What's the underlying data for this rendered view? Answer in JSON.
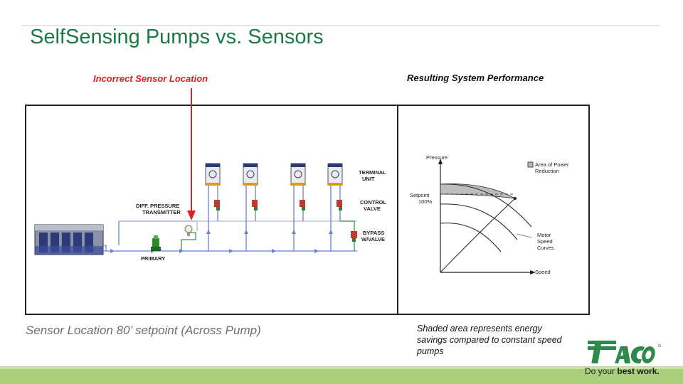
{
  "slide": {
    "title": "SelfSensing Pumps vs. Sensors",
    "sensor_location_label": "Incorrect Sensor Location",
    "performance_label": "Resulting System Performance",
    "caption_left": "Sensor Location 80’ setpoint (Across Pump)",
    "caption_right": "Shaded area represents energy savings compared to constant speed pumps"
  },
  "diagram": {
    "labels": {
      "terminal_unit_1": "TERMINAL",
      "terminal_unit_2": "UNIT",
      "control_valve_1": "CONTROL",
      "control_valve_2": "VALVE",
      "bypass_1": "BYPASS",
      "bypass_2": "W/VALVE",
      "diff_pressure_1": "DIFF. PRESSURE",
      "diff_pressure_2": "TRANSMITTER",
      "primary": "PRIMARY"
    }
  },
  "perf_chart": {
    "y_axis_label": "Pressure",
    "x_axis_label": "Speed",
    "setpoint_1": "Setpoint",
    "setpoint_2": "100%",
    "legend_1": "Area of Power",
    "legend_2": "Reduction",
    "curves_1": "Motor",
    "curves_2": "Speed",
    "curves_3": "Curves"
  },
  "logo": {
    "brand": "Taco",
    "tagline_prefix": "Do your ",
    "tagline_bold": "best work."
  },
  "colors": {
    "title_green": "#1a7a45",
    "alert_red": "#e01e1e",
    "pipe_blue": "#5a6fc0",
    "pipe_green": "#3a9a3a",
    "band_green": "#a9cf7c",
    "logo_green": "#2e8a4a"
  }
}
